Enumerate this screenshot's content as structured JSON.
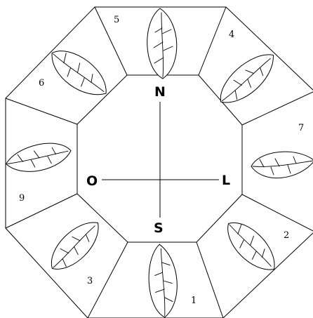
{
  "directions": {
    "north": "N",
    "south": "S",
    "east": "L",
    "west": "O"
  },
  "sectors": [
    {
      "id": "1",
      "label": "1"
    },
    {
      "id": "2",
      "label": "2"
    },
    {
      "id": "3",
      "label": "3"
    },
    {
      "id": "4",
      "label": "4"
    },
    {
      "id": "5",
      "label": "5"
    },
    {
      "id": "6",
      "label": "6"
    },
    {
      "id": "7",
      "label": "7"
    },
    {
      "id": "9",
      "label": "9"
    }
  ]
}
